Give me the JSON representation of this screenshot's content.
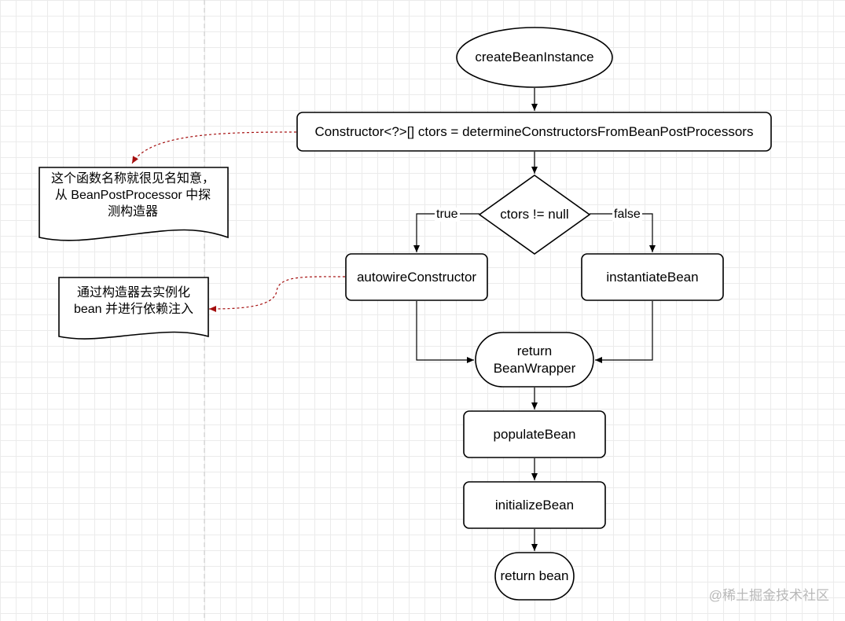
{
  "nodes": {
    "start": "createBeanInstance",
    "determine": "Constructor<?>[] ctors = determineConstructorsFromBeanPostProcessors",
    "decision": "ctors != null",
    "autowire": "autowireConstructor",
    "instantiate": "instantiateBean",
    "return_wrapper_line1": "return",
    "return_wrapper_line2": "BeanWrapper",
    "populate": "populateBean",
    "initialize": "initializeBean",
    "end": "return bean"
  },
  "edges": {
    "true_label": "true",
    "false_label": "false"
  },
  "notes": {
    "note1_line1": "这个函数名称就很见名知意，",
    "note1_line2": "从 BeanPostProcessor 中探",
    "note1_line3": "测构造器",
    "note2_line1": "通过构造器去实例化",
    "note2_line2": "bean 并进行依赖注入"
  },
  "watermark": "@稀土掘金技术社区",
  "colors": {
    "stroke": "#000000",
    "note_arrow": "#a50f0f",
    "guide": "#c8c8c8"
  }
}
